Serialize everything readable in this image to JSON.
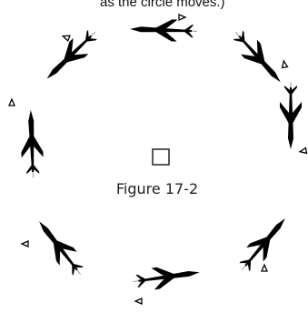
{
  "header_fragment": "as the circle moves.)",
  "caption": "Figure 17-2",
  "diagram": {
    "aircraft_count": 8,
    "center_marker": "square",
    "arrangement": "circle"
  }
}
